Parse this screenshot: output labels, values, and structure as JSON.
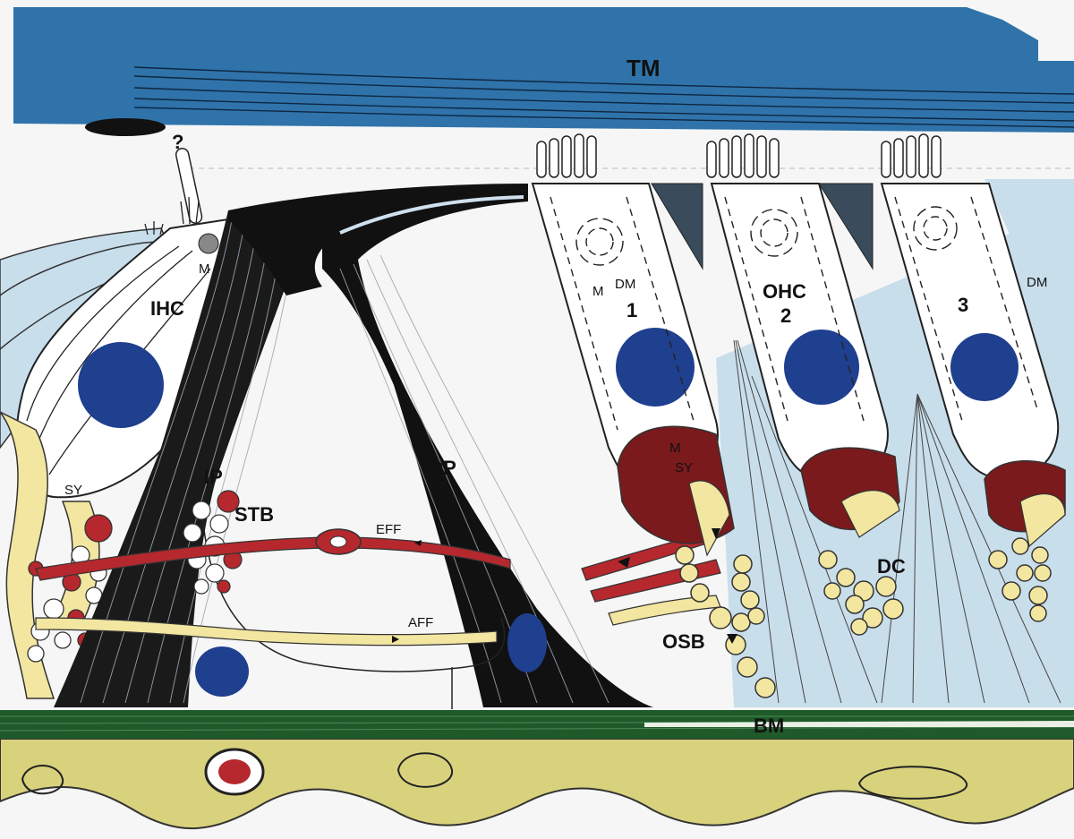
{
  "labels": {
    "tm": "TM",
    "question": "?",
    "ihc": "IHC",
    "m_ihc": "M",
    "sy_ihc": "SY",
    "ip": "IP",
    "stb": "STB",
    "op": "OP",
    "eff": "EFF",
    "aff": "AFF",
    "osb": "OSB",
    "bm": "BM",
    "dc": "DC",
    "ohc": "OHC",
    "ohc1": "1",
    "ohc2": "2",
    "ohc3": "3",
    "dm1": "DM",
    "m1": "M",
    "m1b": "M",
    "sy1": "SY",
    "dm3": "DM"
  },
  "colors": {
    "tectorial": "#2f73aa",
    "nucleus": "#1f3f8f",
    "efferent": "#b5282d",
    "afferent": "#f2e6a0",
    "supporting": "#c9deeb",
    "basilar": "#1f5a2a",
    "basement": "#d6d27a",
    "pillar": "#111111"
  }
}
